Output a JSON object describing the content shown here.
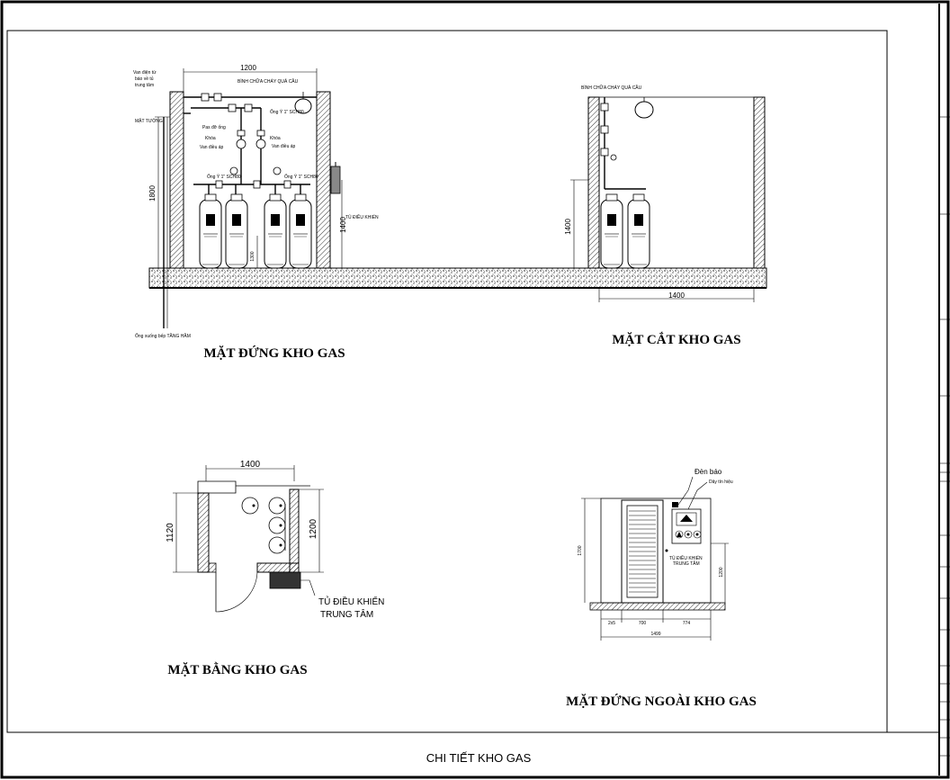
{
  "views": {
    "elevation": {
      "title": "MẶT ĐỨNG KHO GAS",
      "dim_top": "1200",
      "dim_side": "1800",
      "dim_inner": "1400",
      "label_extinguisher": "BÌNH CHỮA CHÁY QUẢ CẦU",
      "label_valve_1": "Van điện từ",
      "label_valve_2": "báo về tủ",
      "label_valve_3": "trung tâm",
      "label_wall": "MẶT TƯỜNG",
      "label_pipe_1": "Ống Ý 1\" SCH80",
      "label_pass": "Pas đỡ ống",
      "label_lock_1": "Khóa",
      "label_lock_2": "Khóa",
      "label_reg_1": "Van điều áp",
      "label_reg_2": "Van điều áp",
      "label_pipe_2": "Ống Ý 1\" SCH80",
      "label_pipe_3": "Ống Ý 1\" SCH80",
      "label_panel": "TỦ ĐIỀU KHIỂN",
      "label_down": "Ống xuống bếp TẦNG HẦM",
      "dim_small": "1300"
    },
    "section": {
      "title": "MẶT CẮT KHO GAS",
      "label_extinguisher": "BÌNH CHỮA CHÁY QUẢ CẦU",
      "dim_side": "1400",
      "dim_bottom": "1400"
    },
    "plan": {
      "title": "MẶT BẰNG KHO GAS",
      "dim_top": "1400",
      "dim_left": "1120",
      "dim_right": "1200",
      "label_panel_1": "TỦ ĐIỀU KHIỂN",
      "label_panel_2": "TRUNG TÂM"
    },
    "outer": {
      "title": "MẶT ĐỨNG NGOÀI KHO GAS",
      "label_lamp": "Đèn báo",
      "label_signal": "Dây tín hiệu",
      "label_panel_1": "TỦ ĐIỀU KHIỂN",
      "label_panel_2": "TRUNG TÂM",
      "dim_left": "1700",
      "dim_right": "1200",
      "dim_a": "2x5",
      "dim_b": "700",
      "dim_c": "774",
      "dim_total": "1499"
    }
  },
  "footer": {
    "title": "CHI TIẾT KHO GAS"
  },
  "colors": {
    "line": "#000000",
    "background": "#ffffff"
  }
}
